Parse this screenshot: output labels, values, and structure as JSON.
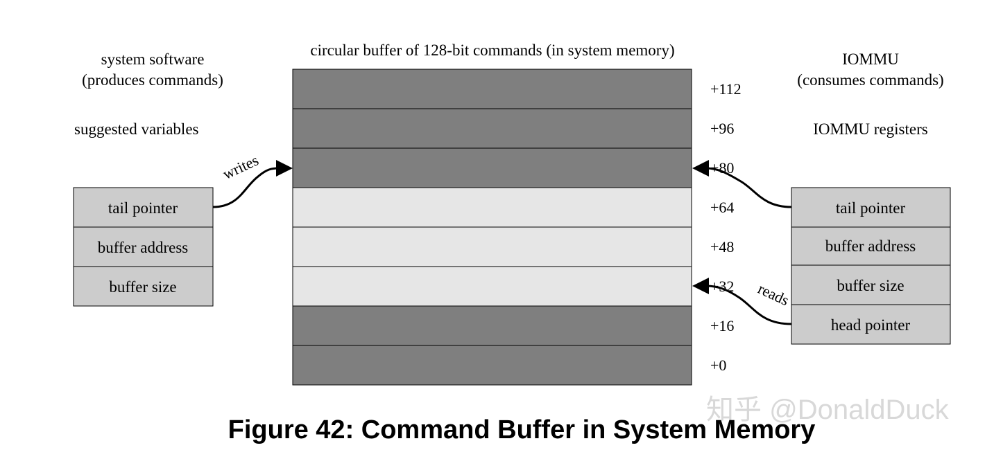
{
  "diagram": {
    "buffer_title": "circular buffer of 128-bit commands (in system memory)",
    "offsets": [
      "+112",
      "+96",
      "+80",
      "+64",
      "+48",
      "+32",
      "+16",
      "+0"
    ],
    "slot_fill": [
      "dark",
      "dark",
      "dark",
      "light",
      "light",
      "light",
      "dark",
      "dark"
    ],
    "left": {
      "title_line1": "system software",
      "title_line2": "(produces commands)",
      "subtitle": "suggested variables",
      "registers": [
        "tail pointer",
        "buffer address",
        "buffer size"
      ]
    },
    "right": {
      "title_line1": "IOMMU",
      "title_line2": "(consumes commands)",
      "subtitle": "IOMMU registers",
      "registers": [
        "tail pointer",
        "buffer address",
        "buffer size",
        "head pointer"
      ]
    },
    "arrows": {
      "writes_label": "writes",
      "reads_label": "reads"
    }
  },
  "caption": "Figure 42: Command Buffer in System Memory",
  "watermark": "知乎 @DonaldDuck",
  "colors": {
    "dark_slot": "#7f7f7f",
    "light_slot": "#e6e6e6",
    "register_fill": "#cccccc",
    "stroke": "#000000",
    "watermark": "#d8d8d8"
  }
}
